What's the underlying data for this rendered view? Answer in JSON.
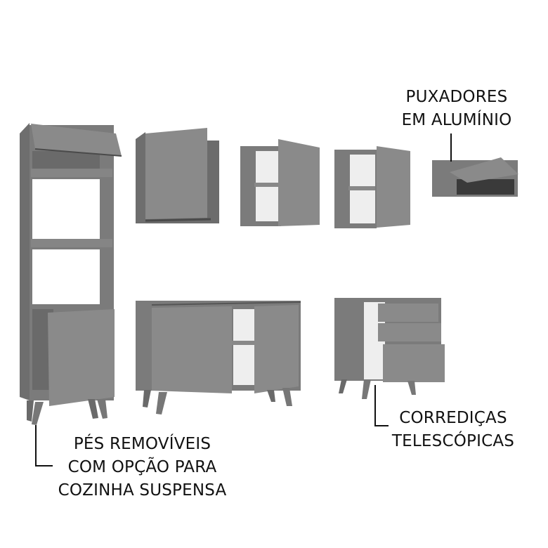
{
  "colors": {
    "body": "#7b7b7b",
    "front": "#8a8a8a",
    "dark": "#5e5e5e",
    "inner": "#ececec",
    "text": "#111111"
  },
  "labels": {
    "handles": [
      "PUXADORES",
      "EM ALUMÍNIO"
    ],
    "slides": [
      "CORREDIÇAS",
      "TELESCÓPICAS"
    ],
    "feet": [
      "PÉS REMOVÍVEIS",
      "COM OPÇÃO PARA",
      "COZINHA SUSPENSA"
    ]
  }
}
